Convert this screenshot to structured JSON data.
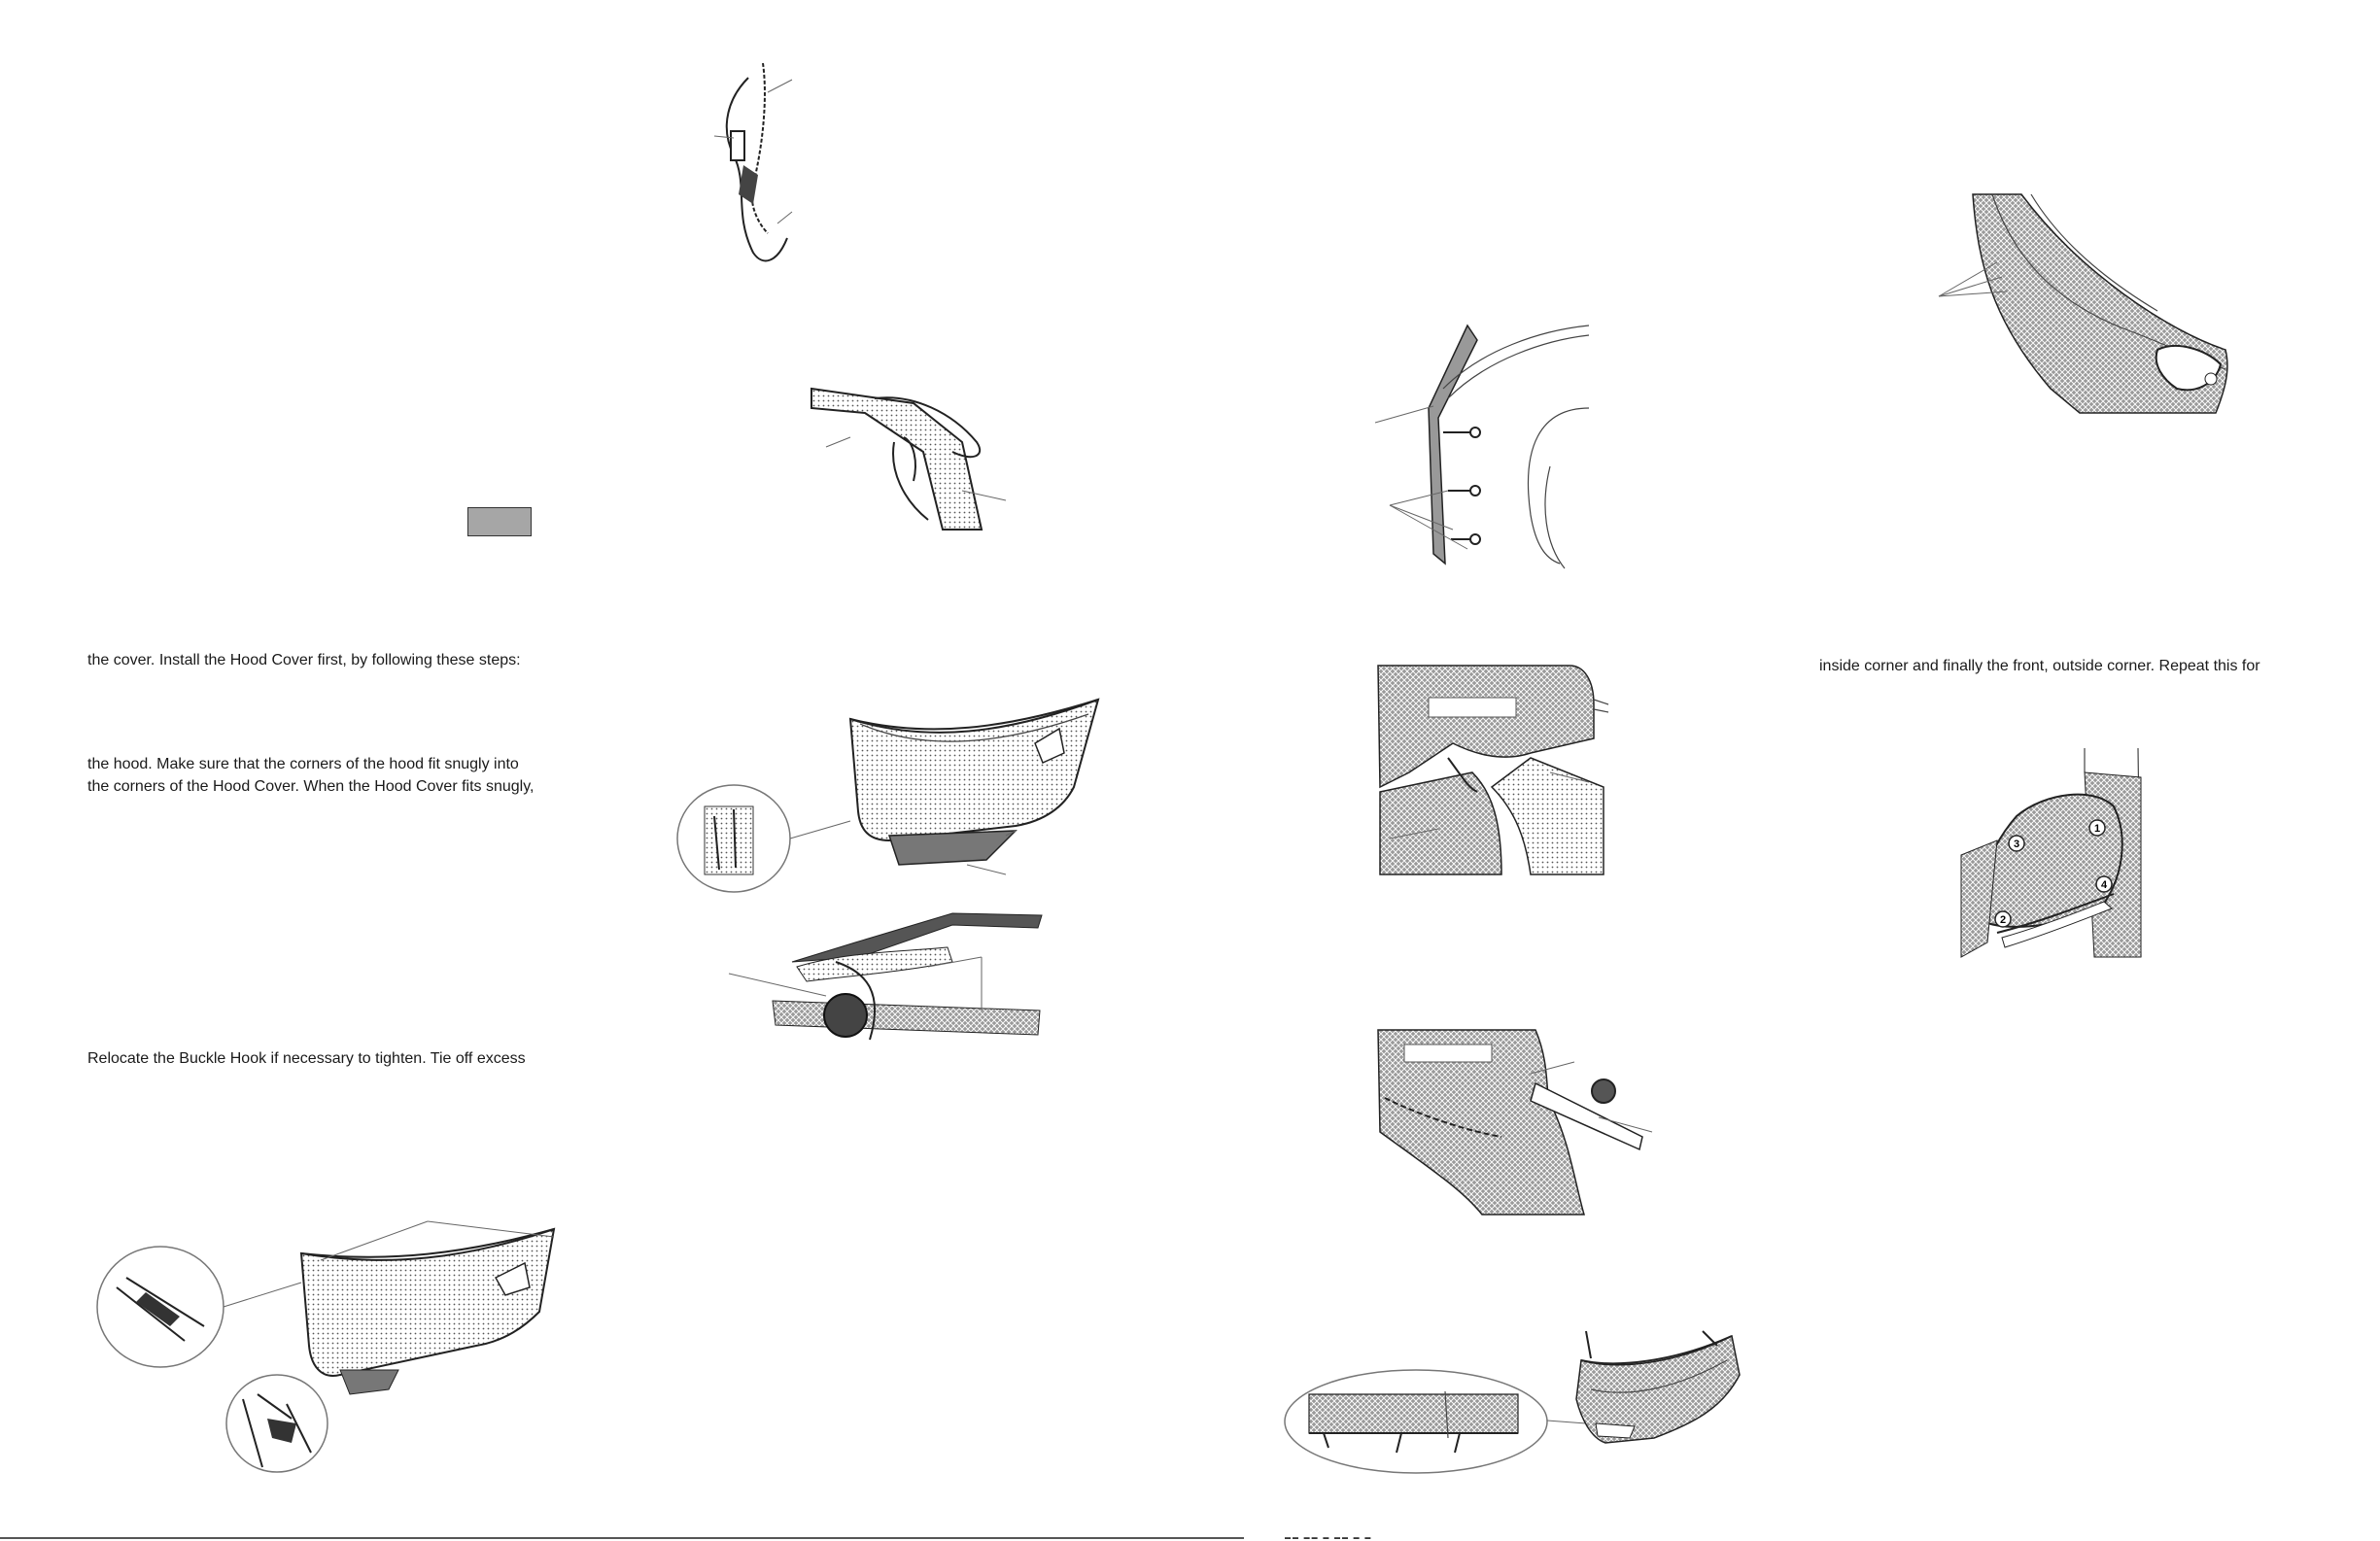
{
  "left_page": {
    "para_1": "the cover.  Install the Hood Cover  first, by following these steps:",
    "para_2_line_1": "the hood.  Make sure that the corners of the hood fit snugly into",
    "para_2_line_2": "the corners of the Hood Cover.  When the Hood Cover fits snugly,",
    "para_3": "Relocate the Buckle Hook if necessary to tighten. Tie off excess"
  },
  "right_page": {
    "para_1": "inside corner and finally the front, outside corner. Repeat this for"
  },
  "mirror_figure": {
    "markers": [
      "1",
      "3",
      "4",
      "2"
    ]
  },
  "footer": {
    "mark": "▬▬ ▬▬ ▬ ▬▬ ▬ ▬"
  }
}
